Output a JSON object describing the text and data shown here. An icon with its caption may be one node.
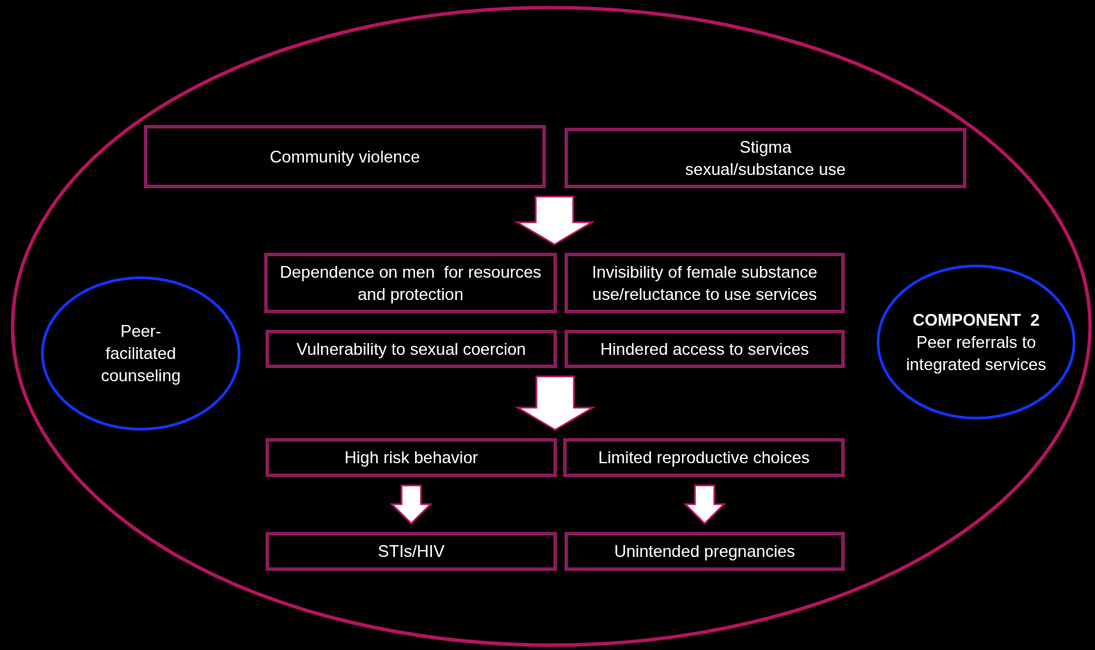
{
  "diagram": {
    "nodes": [
      {
        "text": [],
        "shape": "circle"
      },
      {
        "text": [
          "Community violence"
        ],
        "in": 0
      },
      {
        "text": [
          "Stigma",
          "sexual/substance use"
        ],
        "in": 0
      },
      {
        "text": [
          "Dependence on men  for resources and protection"
        ],
        "in": 0
      },
      {
        "text": [
          "Invisibility of female substance use/reluctance to use services"
        ],
        "in": 0
      },
      {
        "text": [
          "Vulnerability to sexual coercion"
        ],
        "in": 0
      },
      {
        "text": [
          "Hindered access to services"
        ],
        "in": 0
      },
      {
        "text": [
          "High risk behavior"
        ],
        "in": 0
      },
      {
        "text": [
          "Limited reproductive choices"
        ],
        "in": 0
      },
      {
        "text": [
          "STIs/HIV"
        ],
        "in": 0
      },
      {
        "text": [
          "Unintended pregnancies"
        ],
        "in": 0
      },
      {
        "text": [
          "Peer-facilitated counseling"
        ],
        "in": 0
      },
      {
        "text": [
          "COMPONENT  2",
          "Peer referrals to integrated services"
        ],
        "in": 0
      }
    ],
    "edges": [
      {
        "from": 1,
        "to": 3,
        "arrow": "to"
      },
      {
        "from": 1,
        "to": 4,
        "arrow": "to"
      },
      {
        "from": 2,
        "to": 3,
        "arrow": "to"
      },
      {
        "from": 2,
        "to": 4,
        "arrow": "to"
      },
      {
        "from": 5,
        "to": 7,
        "arrow": "to"
      },
      {
        "from": 5,
        "to": 8,
        "arrow": "to"
      },
      {
        "from": 6,
        "to": 7,
        "arrow": "to"
      },
      {
        "from": 6,
        "to": 8,
        "arrow": "to"
      },
      {
        "from": 7,
        "to": 9,
        "arrow": "to"
      },
      {
        "from": 8,
        "to": 10,
        "arrow": "to"
      }
    ]
  }
}
